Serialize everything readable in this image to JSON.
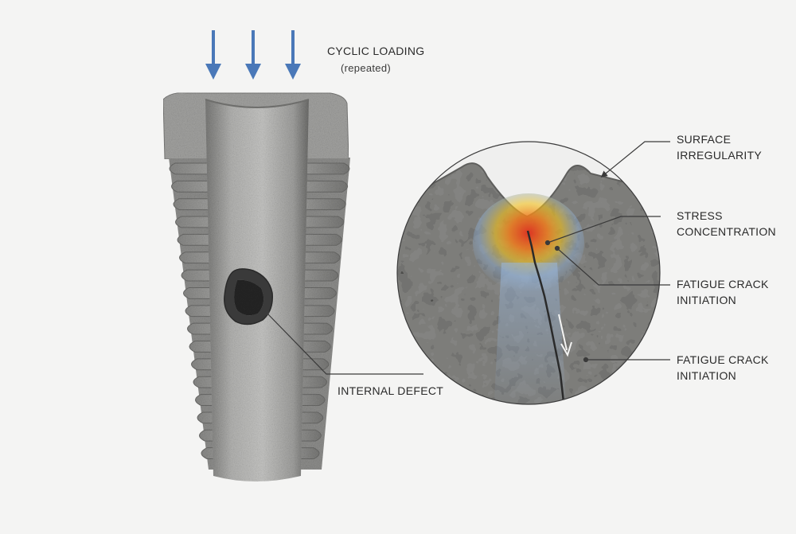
{
  "loading": {
    "title": "CYCLIC LOADING",
    "subtitle": "(repeated)",
    "arrow_color": "#4a78b8"
  },
  "labels": {
    "internal_defect": "INTERNAL DEFECT",
    "surface_irregularity": [
      "SURFACE",
      "IRREGULARITY"
    ],
    "stress_concentration": [
      "STRESS",
      "CONCENTRATION"
    ],
    "crack_initiation_1": [
      "FATIGUE CRACK",
      "INITIATION"
    ],
    "crack_initiation_2": [
      "FATIGUE CRACK",
      "INITIATION"
    ]
  },
  "colors": {
    "metal_light": "#b9b9b7",
    "metal_dark": "#6f6f6d",
    "stress_hot": "#e0301e",
    "stress_warm": "#f2c11a",
    "stress_cool": "#8fb0d6"
  }
}
